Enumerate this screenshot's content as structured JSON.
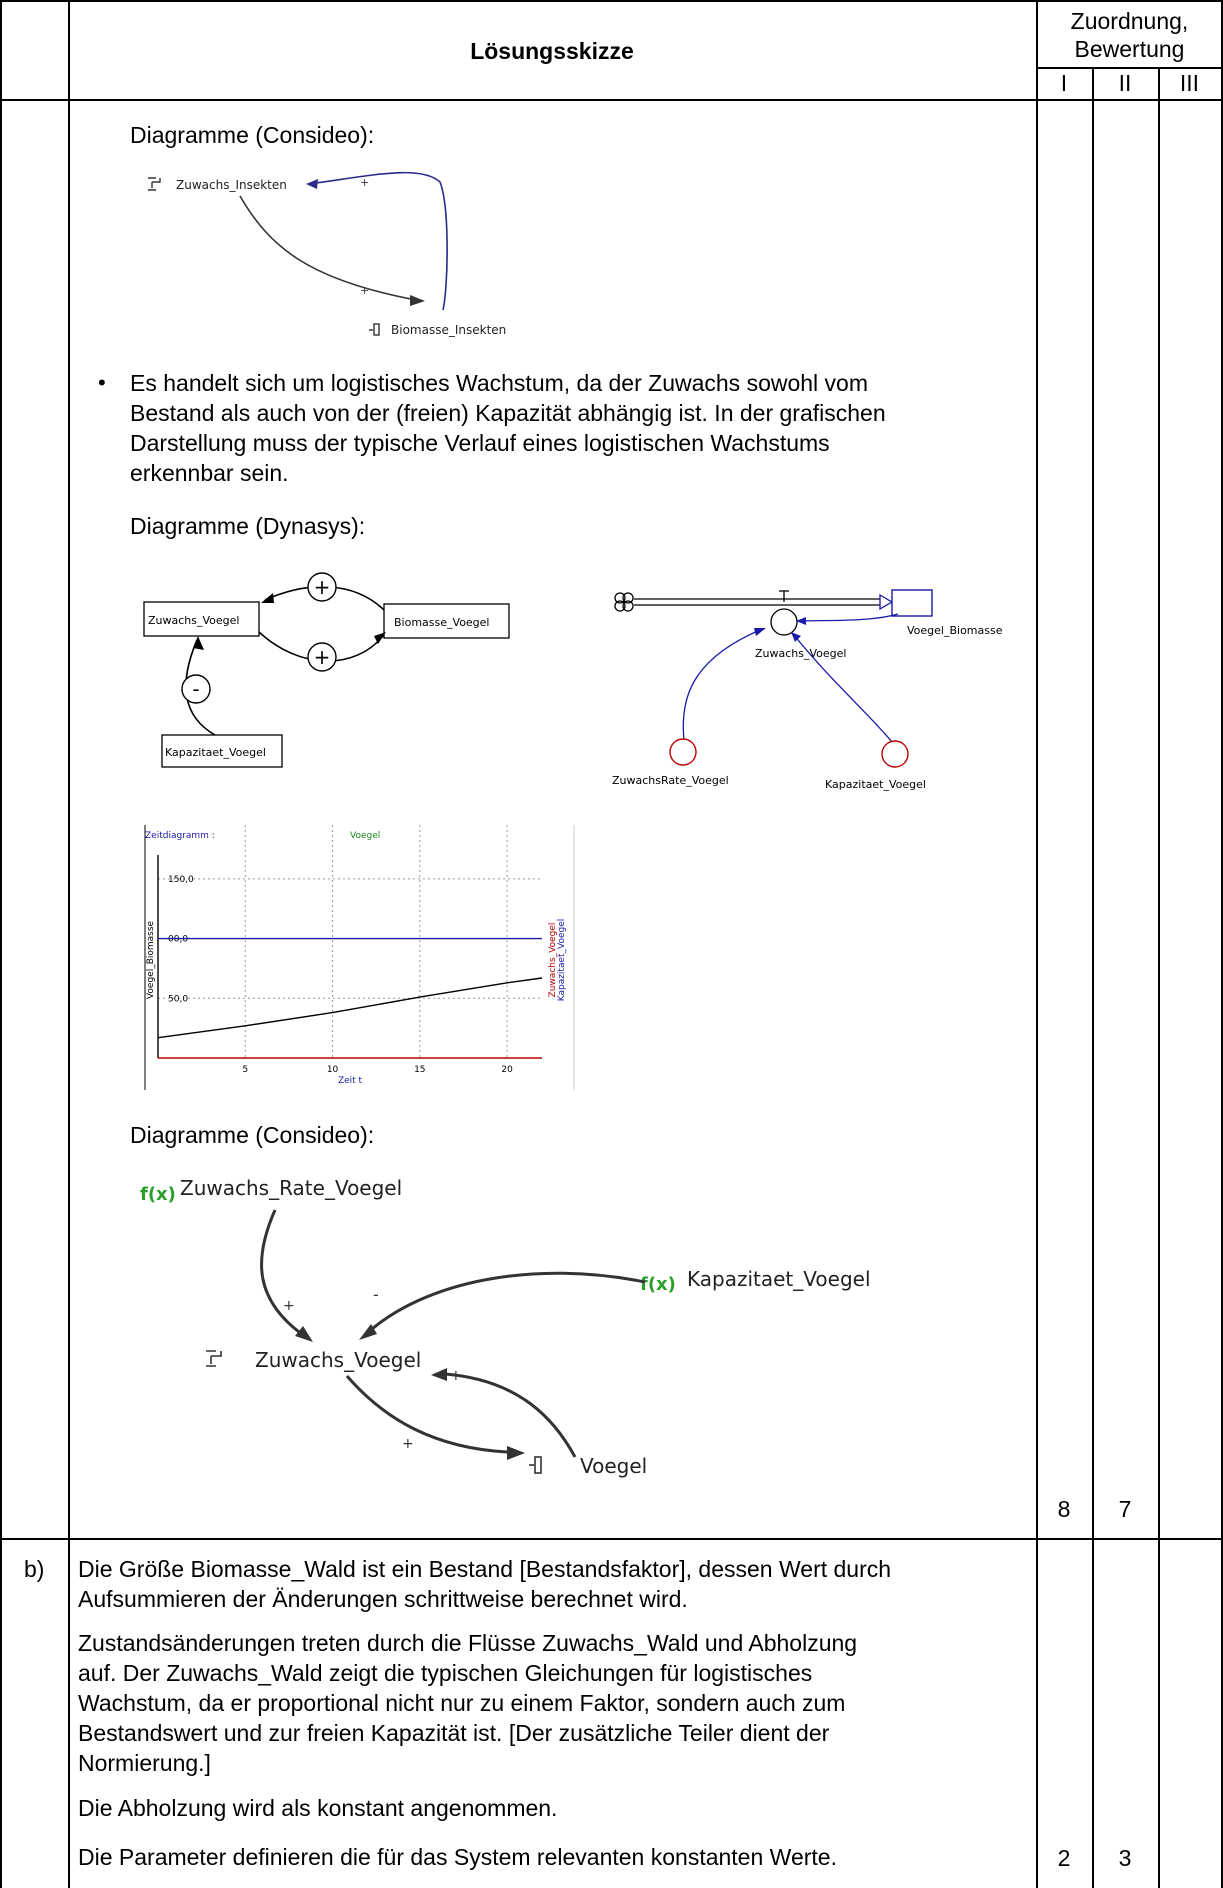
{
  "header": {
    "title": "Lösungsskizze",
    "zuordnung_line1": "Zuordnung,",
    "zuordnung_line2": "Bewertung",
    "col1": "I",
    "col2": "II",
    "col3": "III"
  },
  "part_a": {
    "consideo1_title": "Diagramme (Consideo):",
    "consideo1": {
      "node1": "Zuwachs_Insekten",
      "node2": "Biomasse_Insekten",
      "sign1": "+",
      "sign2": "+"
    },
    "bullet_text": [
      "Es handelt sich um logistisches Wachstum, da der Zuwachs sowohl vom",
      "Bestand als auch von der (freien) Kapazität abhängig ist. In der grafischen",
      "Darstellung muss der typische Verlauf eines logistischen Wachstums",
      "erkennbar sein."
    ],
    "dynasys_title": "Diagramme (Dynasys):",
    "causal_loop": {
      "node_zuwachs": "Zuwachs_Voegel",
      "node_biomasse": "Biomasse_Voegel",
      "node_kapazitaet": "Kapazitaet_Voegel",
      "sign_top": "+",
      "sign_bottom": "+",
      "sign_minus": "-"
    },
    "flow_diagram": {
      "flow": "Zuwachs_Voegel",
      "stock": "Voegel_Biomasse",
      "rate": "ZuwachsRate_Voegel",
      "capacity": "Kapazitaet_Voegel"
    },
    "time_chart": {
      "label_tl": "Zeitdiagramm :",
      "title": "Voegel",
      "ylabel": "Voegel_Biomasse",
      "y2label_a": "Zuwachs_Voegel",
      "y2label_b": "Kapazitaet_Voegel",
      "xlabel": "Zeit t",
      "yticks": [
        "150,0",
        "00,0",
        "50,0"
      ],
      "xticks": [
        "5",
        "10",
        "15",
        "20"
      ]
    },
    "consideo2_title": "Diagramme (Consideo):",
    "consideo2": {
      "fx": "f(x)",
      "rate": "Zuwachs_Rate_Voegel",
      "capacity": "Kapazitaet_Voegel",
      "flow": "Zuwachs_Voegel",
      "stock": "Voegel",
      "plus": "+",
      "minus": "-"
    },
    "score_I": "8",
    "score_II": "7"
  },
  "part_b": {
    "label": "b)",
    "p1": [
      "Die Größe Biomasse_Wald ist ein Bestand [Bestandsfaktor], dessen Wert durch",
      "Aufsummieren der Änderungen schrittweise berechnet wird."
    ],
    "p2": [
      "Zustandsänderungen treten durch die Flüsse Zuwachs_Wald und Abholzung",
      "auf. Der Zuwachs_Wald zeigt die typischen Gleichungen für logistisches",
      "Wachstum, da er proportional nicht nur zu einem Faktor, sondern auch zum",
      "Bestandswert und zur freien Kapazität ist. [Der zusätzliche Teiler dient der",
      "Normierung.]"
    ],
    "p3": "Die Abholzung wird als konstant angenommen.",
    "p4": "Die Parameter definieren die für das System relevanten konstanten Werte.",
    "score_I": "2",
    "score_II": "3"
  },
  "chart_data": {
    "type": "line",
    "title": "Voegel",
    "xlabel": "Zeit t",
    "ylabel": "Voegel_Biomasse",
    "series": [
      {
        "name": "Kapazitaet_Voegel",
        "x": [
          0,
          22
        ],
        "values": [
          100,
          100
        ]
      },
      {
        "name": "Voegel_Biomasse",
        "x": [
          0,
          5,
          10,
          15,
          20,
          22
        ],
        "values": [
          17,
          27,
          38,
          51,
          63,
          67
        ]
      }
    ],
    "xlim": [
      0,
      22
    ],
    "ylim": [
      0,
      170
    ],
    "grid": true,
    "colors": {
      "capacity": "#1a1aa8",
      "biomass": "#000000",
      "axis": "#c00000"
    }
  }
}
